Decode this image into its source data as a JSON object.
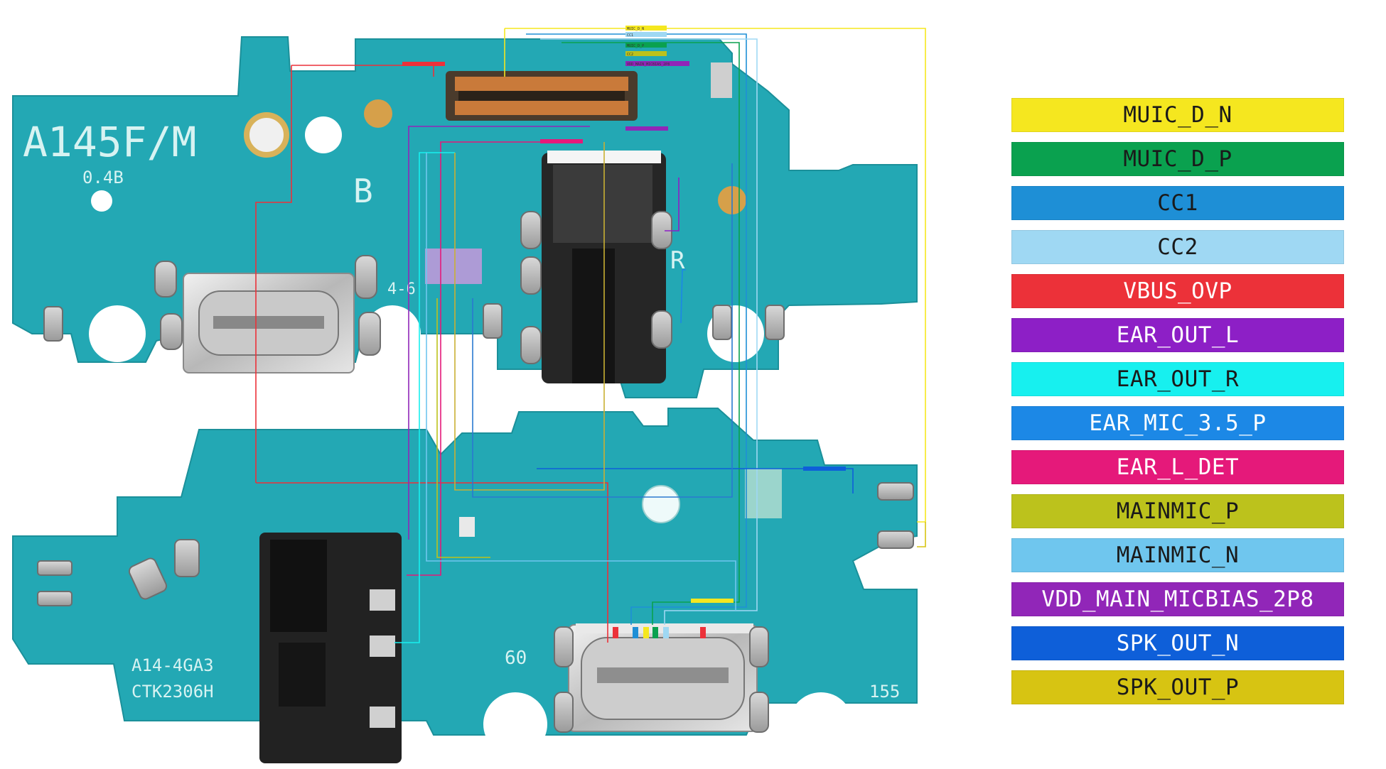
{
  "board": {
    "top_model": "A145F/M",
    "top_rev": "0.4B",
    "top_side_b": "B",
    "top_side_r": "R",
    "top_mark": "4-6",
    "bottom_model_1": "A14-4GA3",
    "bottom_model_2": "CTK2306H",
    "bottom_mark_60": "60",
    "bottom_mark_155": "155",
    "top_fpc_tags": [
      "MUIC_D_N",
      "CC1",
      "MUIC_D_P",
      "CC2",
      "VDD_MAIN_MICBIAS_2P8"
    ],
    "side_tags": [
      "SPK_OUT_N",
      "SPK_OUT_P",
      "EAR_OUT_L",
      "EAR_L_DET"
    ]
  },
  "legend": [
    {
      "label": "MUIC_D_N",
      "color": "#f5e71f",
      "text_color": "#1a1a1a"
    },
    {
      "label": "MUIC_D_P",
      "color": "#0aa14f",
      "text_color": "#1a1a1a"
    },
    {
      "label": "CC1",
      "color": "#1e8fd6",
      "text_color": "#1a1a1a"
    },
    {
      "label": "CC2",
      "color": "#9fd8f3",
      "text_color": "#1a1a1a"
    },
    {
      "label": "VBUS_OVP",
      "color": "#ec3139",
      "text_color": "#ffffff"
    },
    {
      "label": "EAR_OUT_L",
      "color": "#8d1fc6",
      "text_color": "#ffffff"
    },
    {
      "label": "EAR_OUT_R",
      "color": "#17f0ef",
      "text_color": "#1a1a1a"
    },
    {
      "label": "EAR_MIC_3.5_P",
      "color": "#1c88e6",
      "text_color": "#ffffff"
    },
    {
      "label": "EAR_L_DET",
      "color": "#e5197a",
      "text_color": "#ffffff"
    },
    {
      "label": "MAINMIC_P",
      "color": "#bcc21c",
      "text_color": "#1a1a1a"
    },
    {
      "label": "MAINMIC_N",
      "color": "#6fc6ee",
      "text_color": "#1a1a1a"
    },
    {
      "label": "VDD_MAIN_MICBIAS_2P8",
      "color": "#9126b8",
      "text_color": "#ffffff"
    },
    {
      "label": "SPK_OUT_N",
      "color": "#0e5fd9",
      "text_color": "#ffffff"
    },
    {
      "label": "SPK_OUT_P",
      "color": "#d7c412",
      "text_color": "#1a1a1a"
    }
  ]
}
